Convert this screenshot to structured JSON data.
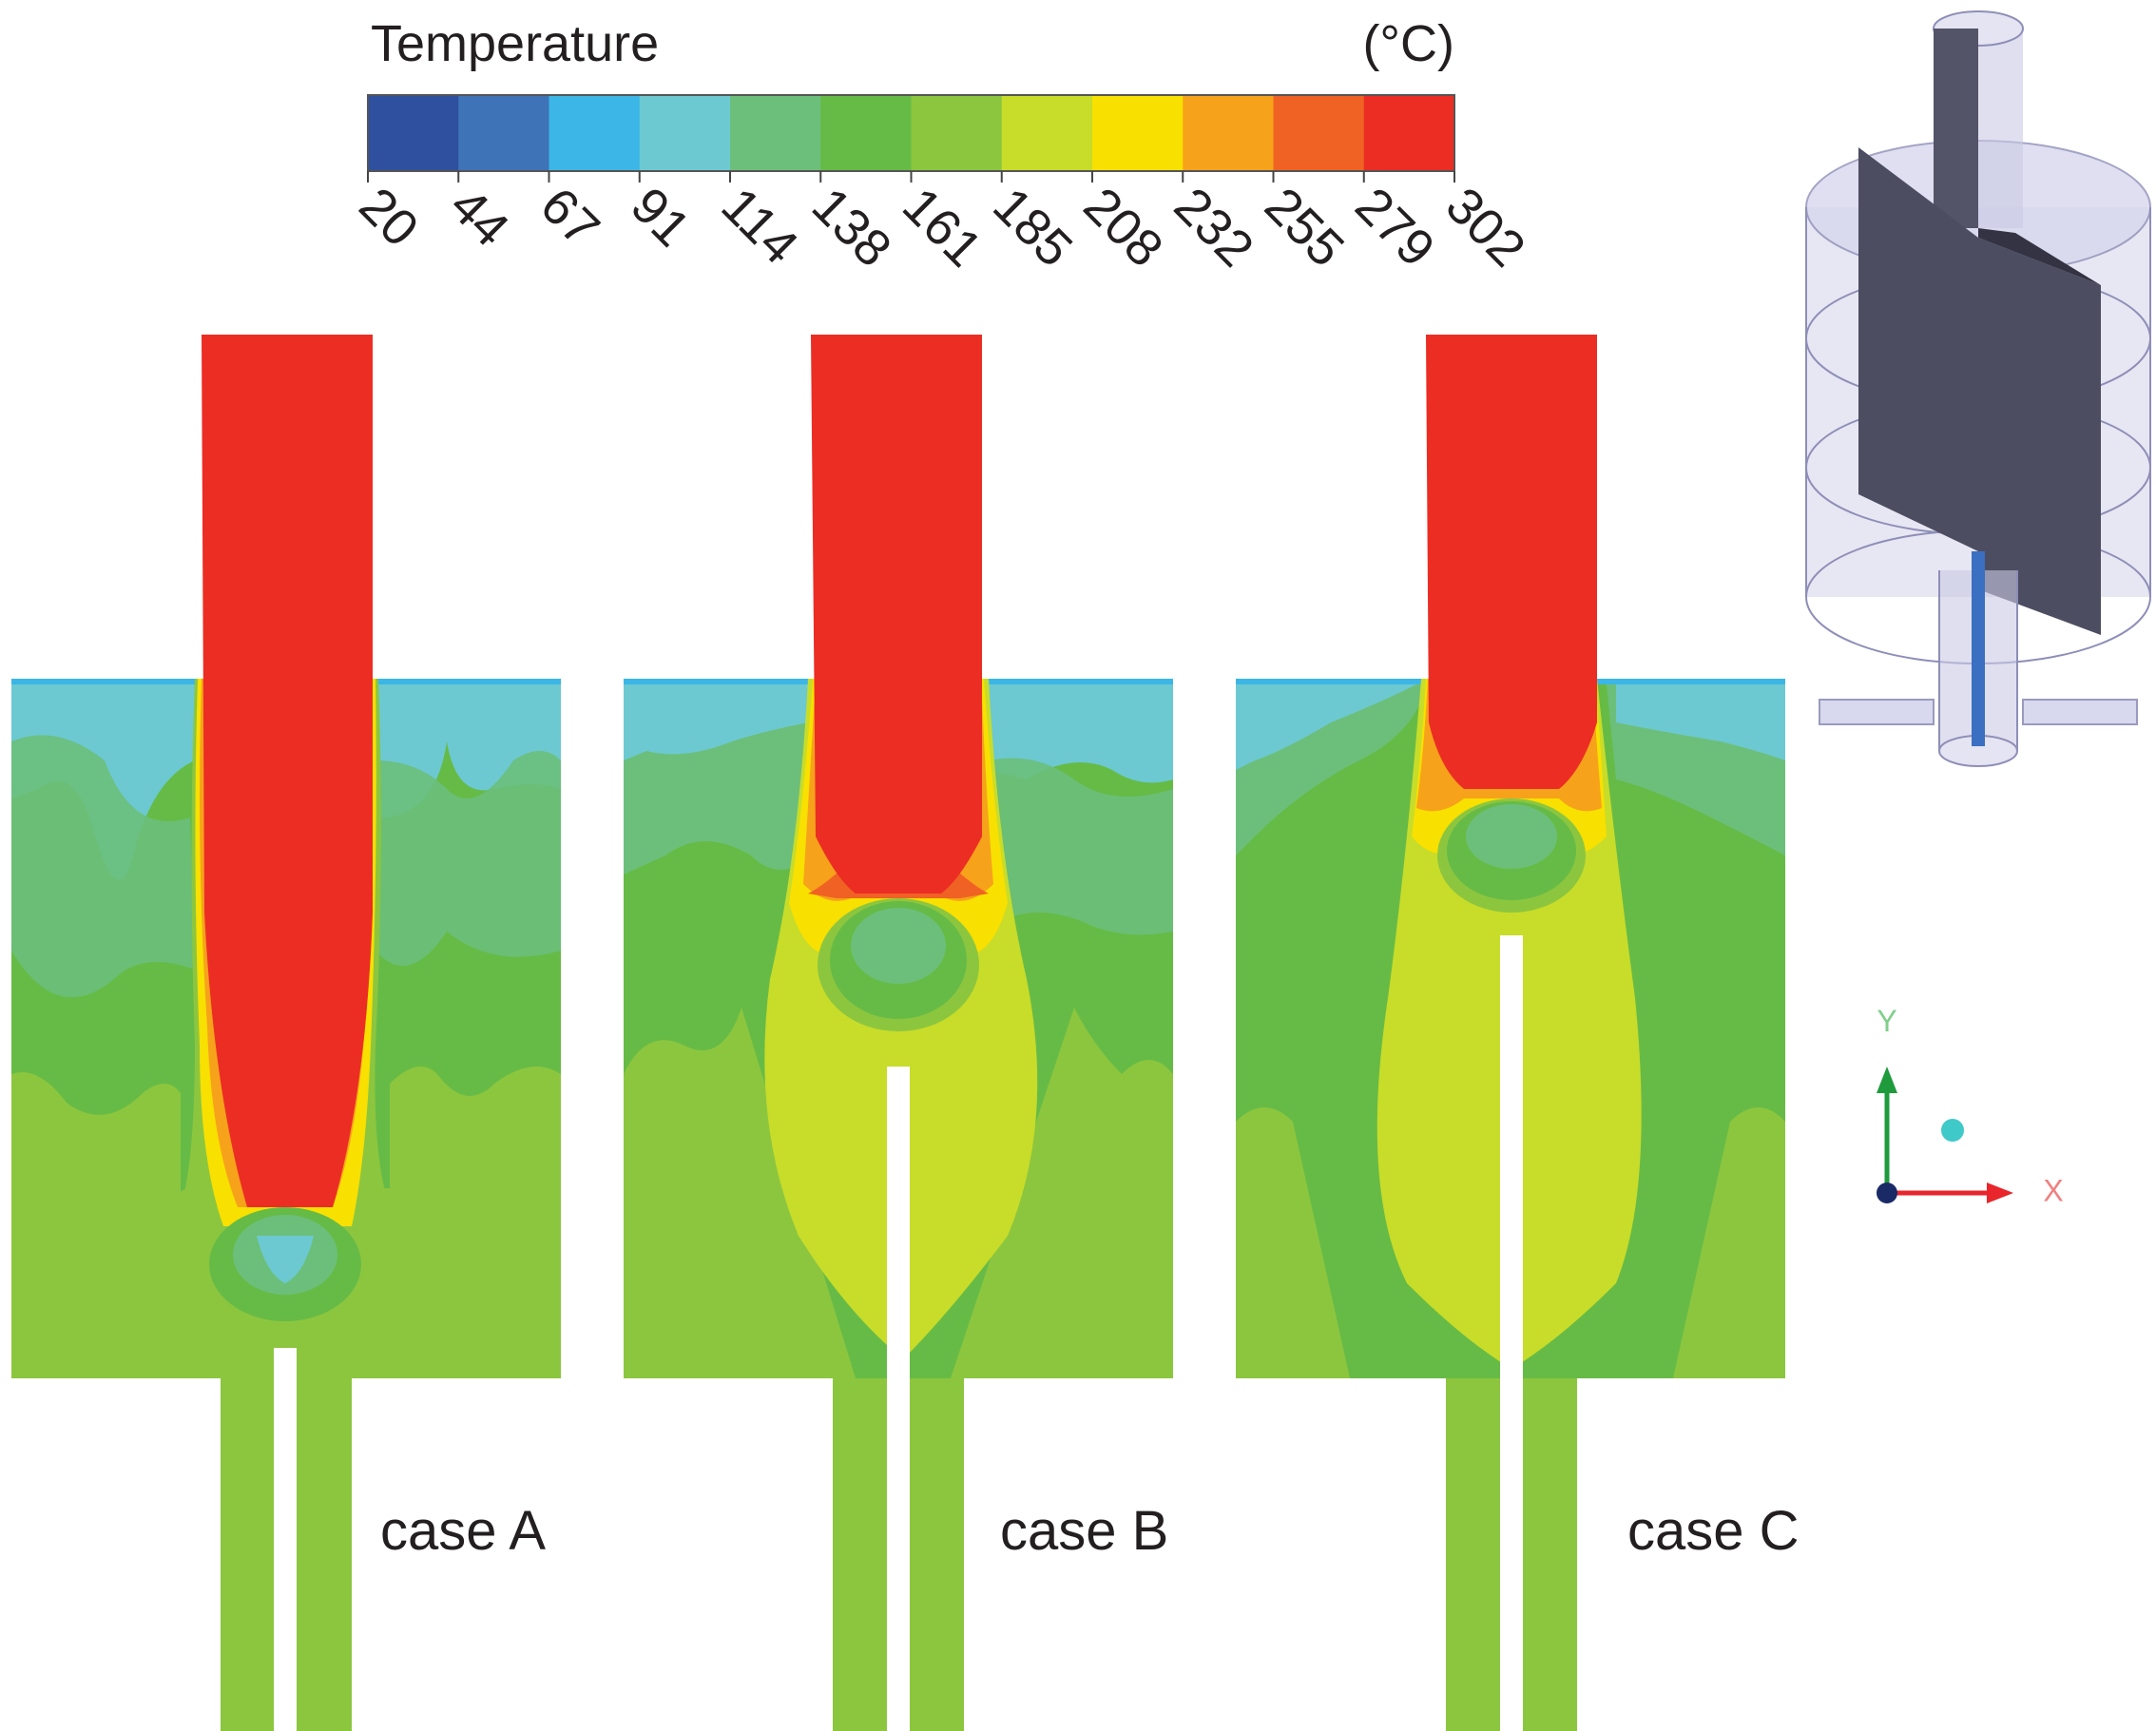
{
  "legend": {
    "title": "Temperature",
    "unit": "(°C)",
    "ticks": [
      "20",
      "44",
      "67",
      "91",
      "114",
      "138",
      "161",
      "185",
      "208",
      "232",
      "255",
      "279",
      "302"
    ],
    "colors": [
      "#2f4f9f",
      "#3f73b8",
      "#3bb6e6",
      "#6cc9d2",
      "#6cbf7a",
      "#66bb46",
      "#8cc63f",
      "#c8dc2a",
      "#f8e000",
      "#f7a21b",
      "#f06223",
      "#ec2d23"
    ]
  },
  "panels": [
    {
      "label": "case A"
    },
    {
      "label": "case B"
    },
    {
      "label": "case C"
    }
  ],
  "axes": {
    "y": "Y",
    "x": "X"
  }
}
